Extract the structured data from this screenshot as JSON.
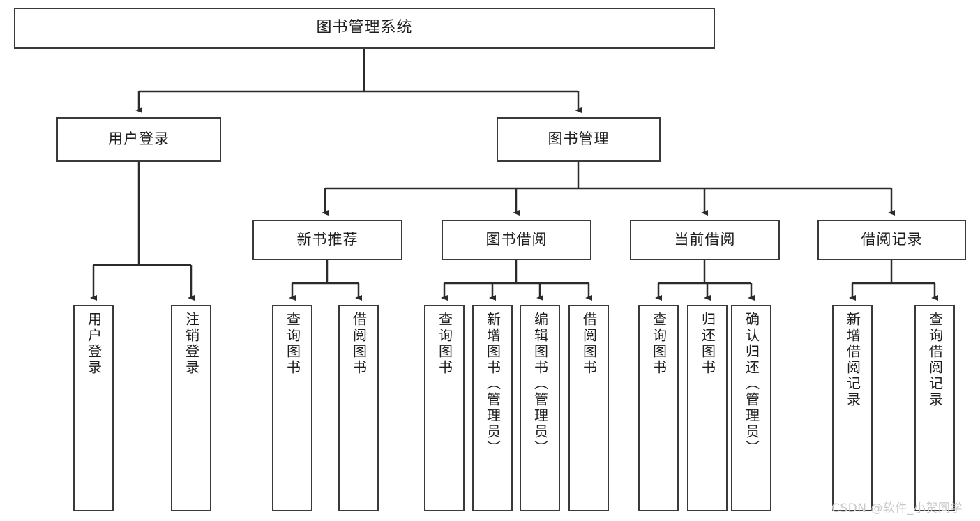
{
  "diagram": {
    "title": "图书管理系统",
    "watermark": "CSDN @软件_小贺同学",
    "style": {
      "box_border_color": "#3a3a3a",
      "box_fill": "#ffffff",
      "line_color": "#2b2b2b",
      "text_color": "#1d1d1d",
      "watermark_color": "#c9c9c9",
      "background": "#ffffff"
    },
    "root": {
      "label": "图书管理系统"
    },
    "level2": [
      {
        "label": "用户登录"
      },
      {
        "label": "图书管理"
      }
    ],
    "level3": [
      {
        "label": "新书推荐"
      },
      {
        "label": "图书借阅"
      },
      {
        "label": "当前借阅"
      },
      {
        "label": "借阅记录"
      }
    ],
    "leaves_user_login": [
      {
        "label": "用户登录"
      },
      {
        "label": "注销登录"
      }
    ],
    "leaves_new_book": [
      {
        "label": "查询图书"
      },
      {
        "label": "借阅图书"
      }
    ],
    "leaves_borrow": [
      {
        "label": "查询图书"
      },
      {
        "label": "新增图书（管理员）"
      },
      {
        "label": "编辑图书（管理员）"
      },
      {
        "label": "借阅图书"
      }
    ],
    "leaves_current": [
      {
        "label": "查询图书"
      },
      {
        "label": "归还图书"
      },
      {
        "label": "确认归还（管理员）"
      }
    ],
    "leaves_record": [
      {
        "label": "新增借阅记录"
      },
      {
        "label": "查询借阅记录"
      }
    ]
  }
}
